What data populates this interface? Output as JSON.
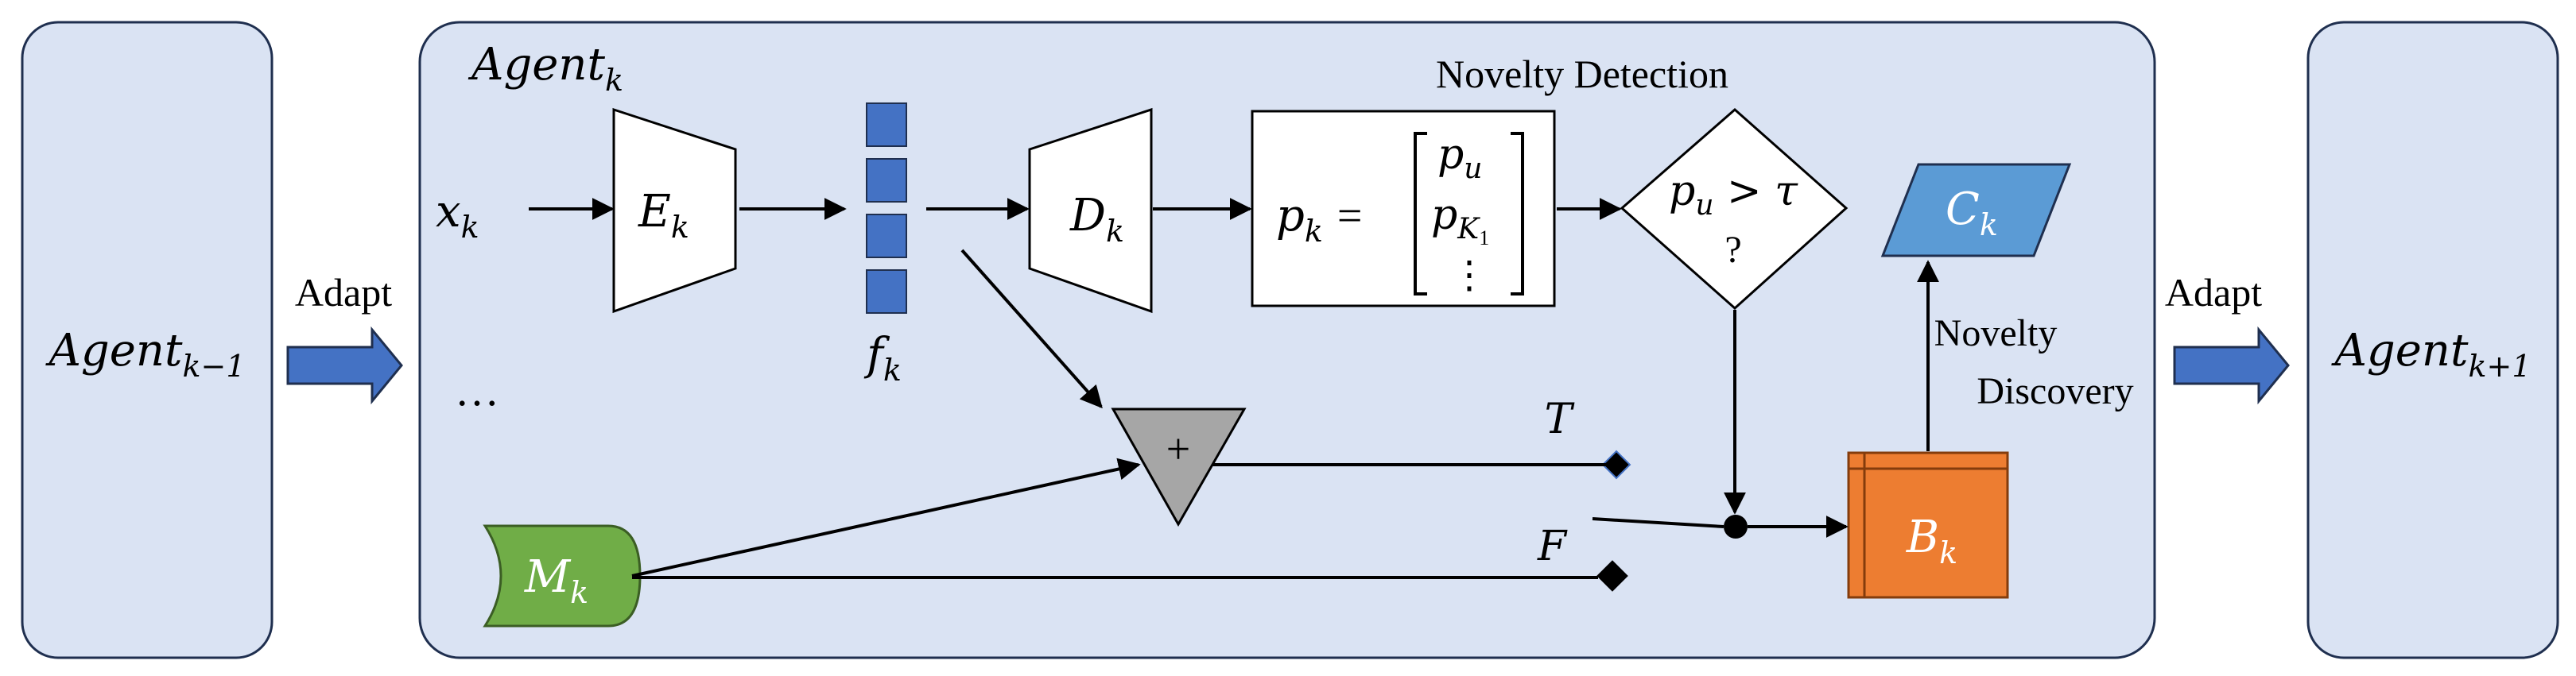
{
  "agents": {
    "prev": {
      "base": "Agent",
      "sub": "k−1"
    },
    "current": {
      "base": "Agent",
      "sub": "k"
    },
    "next": {
      "base": "Agent",
      "sub": "k+1"
    }
  },
  "adapt_left": "Adapt",
  "adapt_right": "Adapt",
  "input": {
    "base": "x",
    "sub": "k"
  },
  "ellipsis": "…",
  "encoder": {
    "base": "E",
    "sub": "k"
  },
  "features": {
    "base": "f",
    "sub": "k"
  },
  "decoder": {
    "base": "D",
    "sub": "k"
  },
  "prob_vector": {
    "lhs_base": "p",
    "lhs_sub": "k",
    "equals": "=",
    "row1_base": "p",
    "row1_sub": "u",
    "row2_base": "p",
    "row2_sub": "K",
    "row2_subsub": "1",
    "row3": "⋮"
  },
  "novelty_detection": "Novelty Detection",
  "decision": {
    "line1_base": "p",
    "line1_sub": "u",
    "line1_op": " > τ",
    "line2": "?"
  },
  "classifier": {
    "base": "C",
    "sub": "k"
  },
  "novelty_discovery": {
    "line1": "Novelty",
    "line2": "Discovery"
  },
  "sum_symbol": "+",
  "true_label": "T",
  "false_label": "F",
  "memory": {
    "base": "M",
    "sub": "k"
  },
  "buffer": {
    "base": "B",
    "sub": "k"
  },
  "colors": {
    "panel_fill": "#dae3f3",
    "panel_stroke": "#1f2f4f",
    "block_blue": "#4472c4",
    "classifier_blue": "#5b9bd5",
    "memory_green": "#70ad47",
    "buffer_orange": "#ed7d31",
    "sum_gray": "#a6a6a6"
  }
}
